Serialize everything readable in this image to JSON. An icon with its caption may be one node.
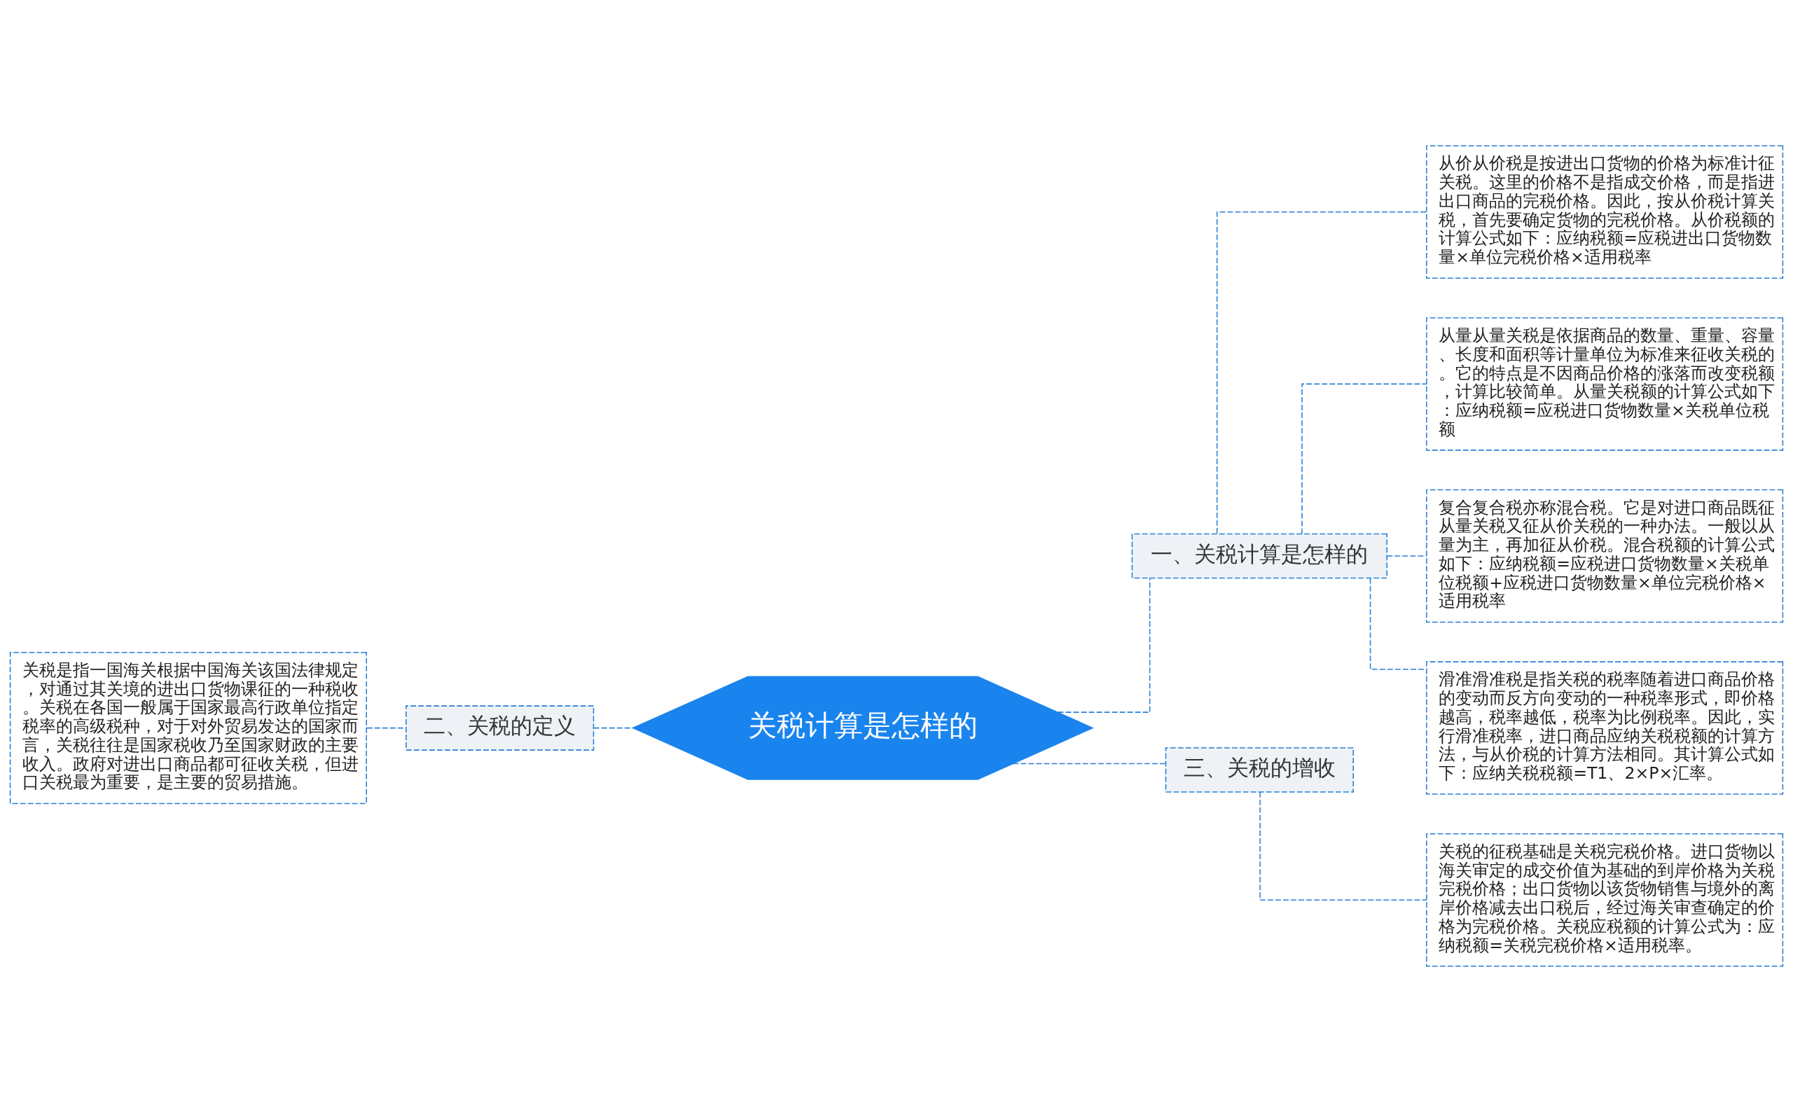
{
  "diagram": {
    "nodes": [
      {
        "text": [
          "关税计算是怎样的"
        ]
      },
      {
        "text": [
          "一、关税计算是怎样的"
        ]
      },
      {
        "text": [
          "从价从价税是按进出口货物的价格为标准计征关税。这里的价格不是指成交价格，而是指进出口商品的完税价格。因此，按从价税计算关税，首先要确定货物的完税价格。从价税额的计算公式如下：应纳税额=应税进出口货物数量×单位完税价格×适用税率"
        ]
      },
      {
        "text": [
          "从量从量关税是依据商品的数量、重量、容量、长度和面积等计量单位为标准来征收关税的。它的特点是不因商品价格的涨落而改变税额，计算比较简单。从量关税额的计算公式如下：应纳税额=应税进口货物数量×关税单位税额"
        ]
      },
      {
        "text": [
          "复合复合税亦称混合税。它是对进口商品既征从量关税又征从价关税的一种办法。一般以从量为主，再加征从价税。混合税额的计算公式如下：应纳税额=应税进口货物数量×关税单位税额+应税进口货物数量×单位完税价格×适用税率"
        ]
      },
      {
        "text": [
          "滑准滑准税是指关税的税率随着进口商品价格的变动而反方向变动的一种税率形式，即价格越高，税率越低，税率为比例税率。因此，实行滑准税率，进口商品应纳关税税额的计算方法，与从价税的计算方法相同。其计算公式如下：应纳关税税额=T1、2×P×汇率。"
        ]
      },
      {
        "text": [
          "二、关税的定义"
        ]
      },
      {
        "text": [
          "关税是指一国海关根据中国海关该国法律规定，对通过其关境的进出口货物课征的一种税收。关税在各国一般属于国家最高行政单位指定税率的高级税种，对于对外贸易发达的国家而言，关税往往是国家税收乃至国家财政的主要收入。政府对进出口商品都可征收关税，但进口关税最为重要，是主要的贸易措施。"
        ]
      },
      {
        "text": [
          "三、关税的增收"
        ]
      },
      {
        "text": [
          "关税的征税基础是关税完税价格。进口货物以海关审定的成交价值为基础的到岸价格为关税完税价格；出口货物以该货物销售与境外的离岸价格减去出口税后，经过海关审查确定的价格为完税价格。关税应税额的计算公式为：应纳税额=关税完税价格×适用税率。"
        ]
      }
    ],
    "edges": [
      {
        "from": 0,
        "to": 1,
        "arrow": "none",
        "style": "dashed"
      },
      {
        "from": 1,
        "to": 2,
        "arrow": "none",
        "style": "dashed"
      },
      {
        "from": 1,
        "to": 3,
        "arrow": "none",
        "style": "dashed"
      },
      {
        "from": 1,
        "to": 4,
        "arrow": "none",
        "style": "dashed"
      },
      {
        "from": 1,
        "to": 5,
        "arrow": "none",
        "style": "dashed"
      },
      {
        "from": 6,
        "to": 0,
        "arrow": "none",
        "style": "dashed"
      },
      {
        "from": 7,
        "to": 6,
        "arrow": "none",
        "style": "dashed"
      },
      {
        "from": 0,
        "to": 8,
        "arrow": "none",
        "style": "dashed"
      },
      {
        "from": 8,
        "to": 9,
        "arrow": "none",
        "style": "dashed"
      }
    ]
  }
}
